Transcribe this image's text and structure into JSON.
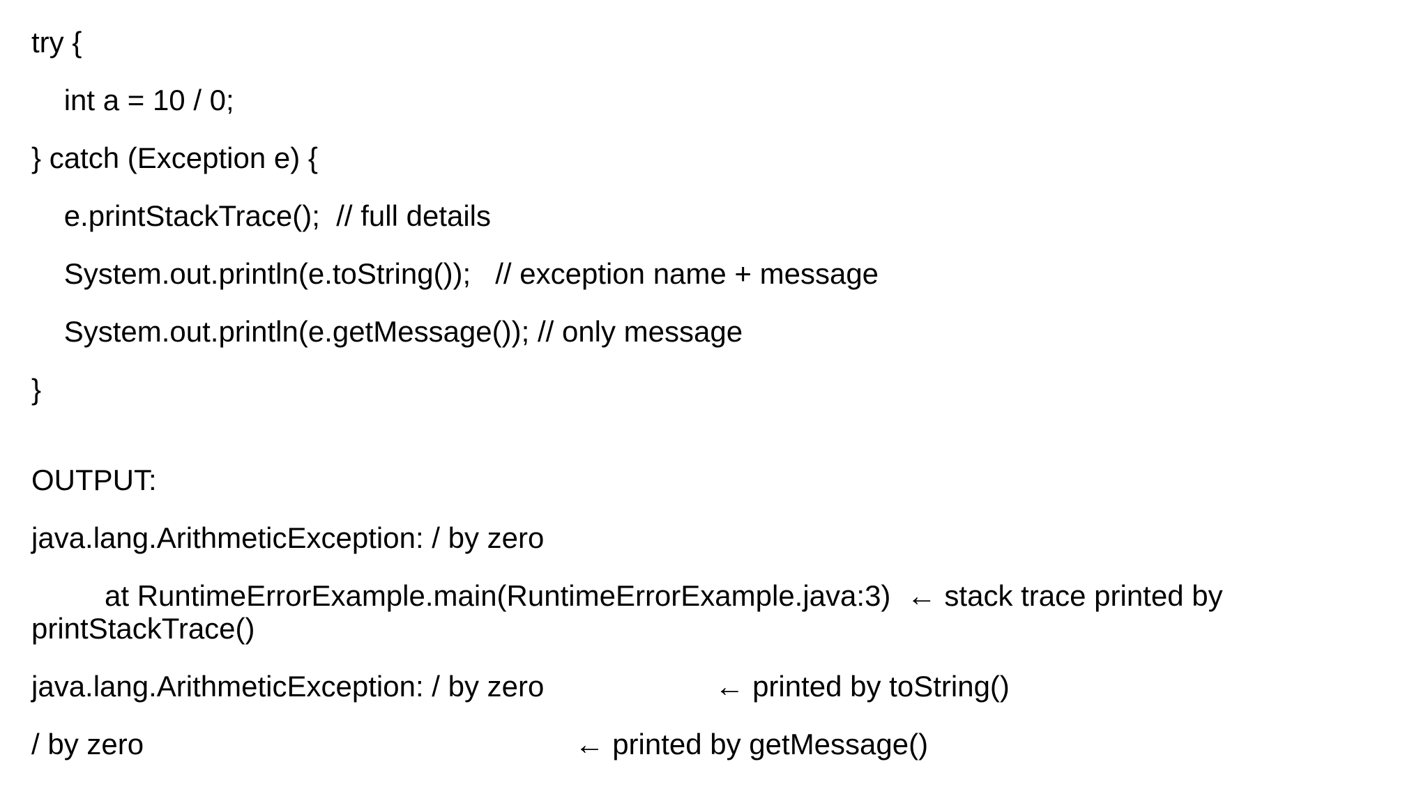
{
  "colors": {
    "background": "#ffffff",
    "text": "#000000"
  },
  "code": {
    "lines": [
      "try {",
      "    int a = 10 / 0;",
      "} catch (Exception e) {",
      "    e.printStackTrace();  // full details",
      "    System.out.println(e.toString());   // exception name + message",
      "    System.out.println(e.getMessage()); // only message",
      "}"
    ]
  },
  "output": {
    "label": "OUTPUT:",
    "lines": [
      "java.lang.ArithmeticException: / by zero",
      "         at RuntimeErrorExample.main(RuntimeErrorExample.java:3)  ← stack trace printed by printStackTrace()",
      "java.lang.ArithmeticException: / by zero                     ← printed by toString()",
      "/ by zero                                                     ← printed by getMessage()"
    ]
  }
}
